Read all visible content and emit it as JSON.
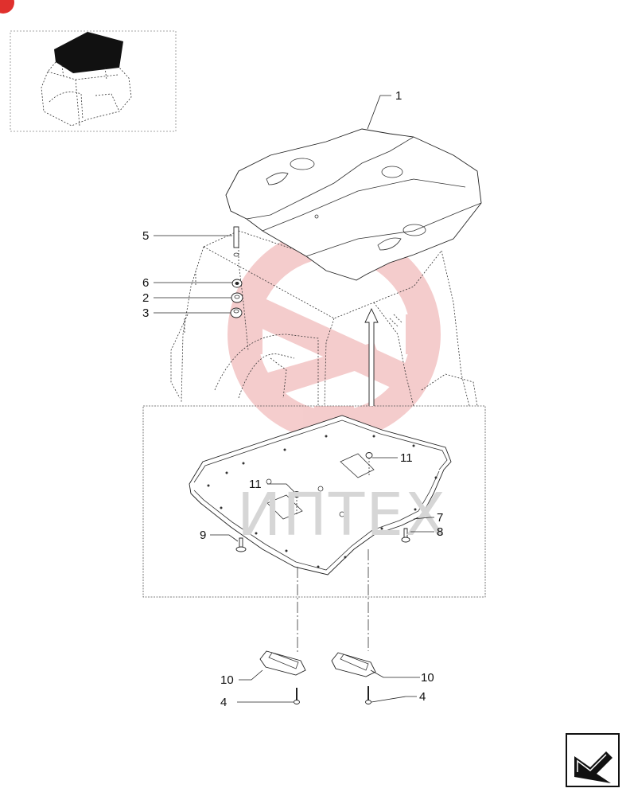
{
  "watermark": "ИПТЕХ",
  "callouts": {
    "c1": "1",
    "c2": "2",
    "c3": "3",
    "c4a": "4",
    "c4b": "4",
    "c5": "5",
    "c6": "6",
    "c7": "7",
    "c8": "8",
    "c9": "9",
    "c10a": "10",
    "c10b": "10",
    "c11a": "11",
    "c11b": "11"
  },
  "colors": {
    "line": "#222222",
    "logo_watermark": "#f3c4c4",
    "text_watermark": "#d6d6d6",
    "corner_badge": "#e0302d"
  },
  "icons": {
    "navigation": "next-page-arrow-icon",
    "thumbnail": "cab-roof-locator-icon"
  }
}
